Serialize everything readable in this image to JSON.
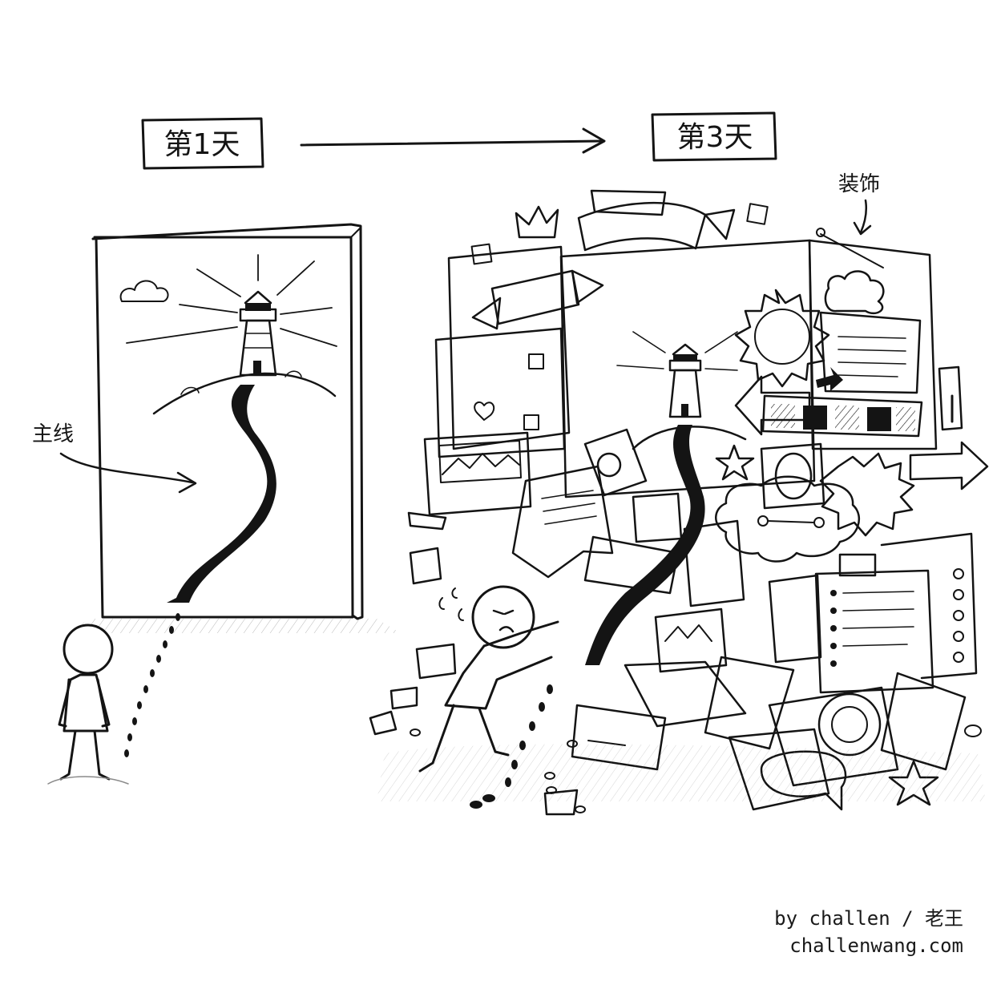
{
  "labels": {
    "day1": "第1天",
    "day3": "第3天",
    "main_line": "主线",
    "decoration": "装饰"
  },
  "credit": {
    "author": "by challen / 老王",
    "site": "challenwang.com"
  }
}
